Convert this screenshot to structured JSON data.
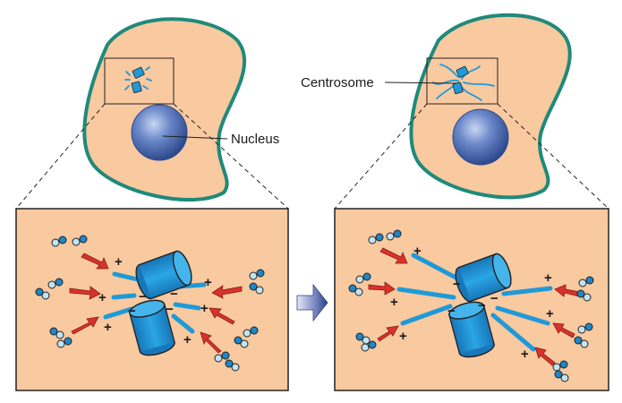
{
  "labels": {
    "nucleus": "Nucleus",
    "centrosome": "Centrosome"
  },
  "signs": {
    "plus": "+",
    "minus": "−"
  },
  "colors": {
    "cytoplasm": "#f9c9a0",
    "cell_membrane": "#1f8a7a",
    "nucleus": "#4f6fb8",
    "centriole": "#1f9ad8",
    "microtubule": "#1f9ad8",
    "tubulin_dark": "#1f86c8",
    "tubulin_light": "#bfe4f4",
    "arrow_red": "#d8332a",
    "process_arrow": "#3a4c95",
    "outline": "#222222"
  },
  "panels": [
    {
      "name": "before",
      "description_only_in_pixels": true
    },
    {
      "name": "after",
      "description_only_in_pixels": true
    }
  ]
}
